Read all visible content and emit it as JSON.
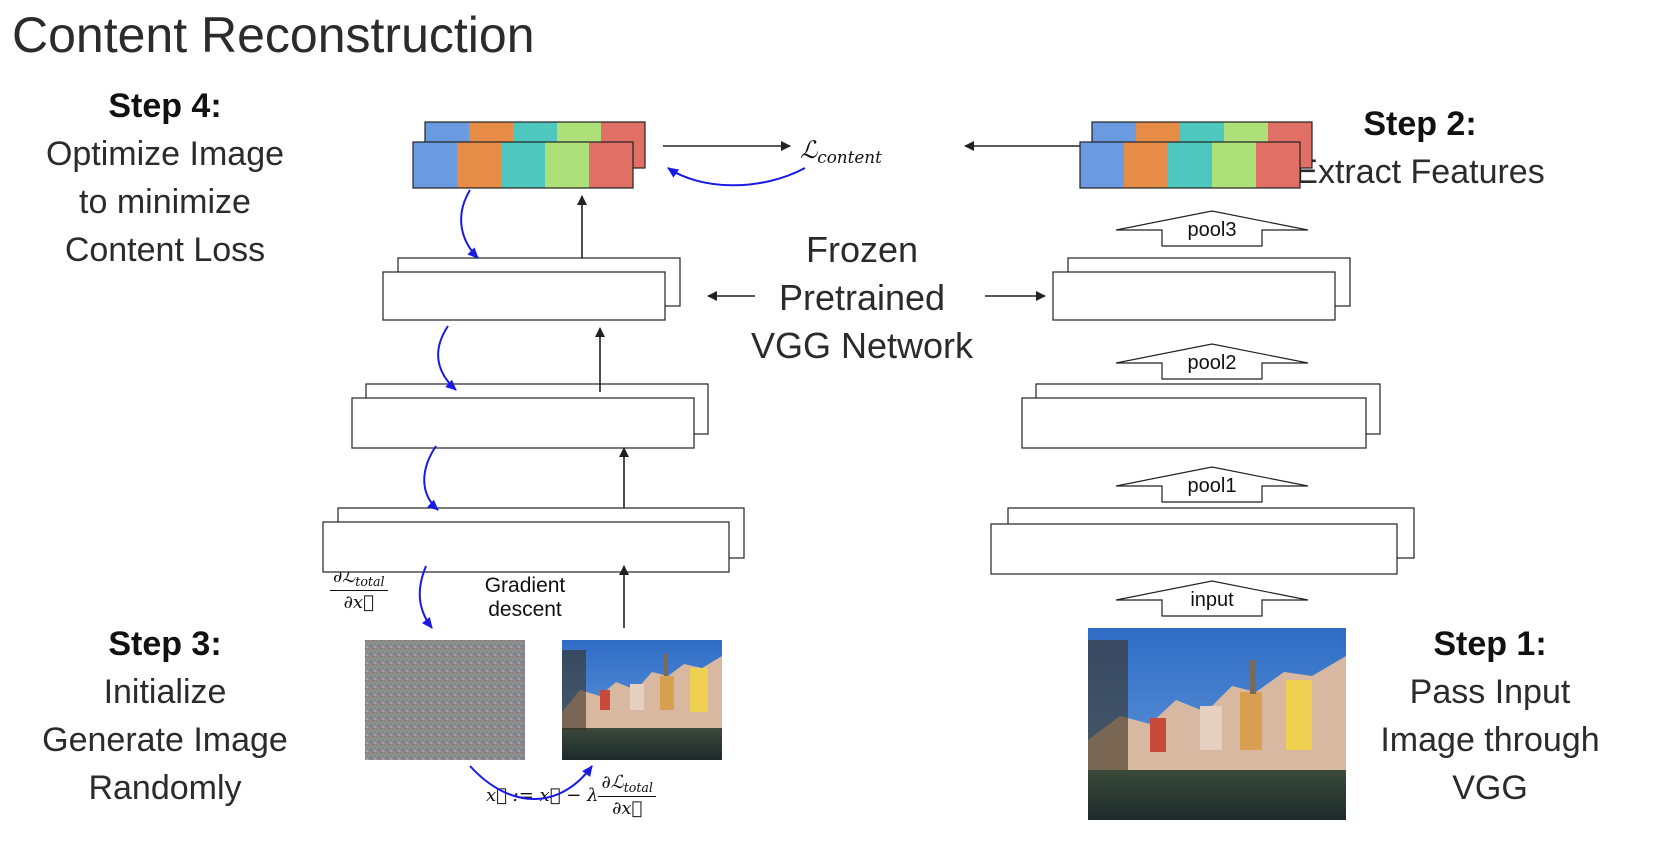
{
  "title": "Content Reconstruction",
  "steps": {
    "step4": {
      "heading": "Step 4:",
      "lines": [
        "Optimize Image",
        "to minimize",
        "Content Loss"
      ]
    },
    "step2": {
      "heading": "Step 2:",
      "lines": [
        "Extract Features"
      ]
    },
    "step3": {
      "heading": "Step 3:",
      "lines": [
        "Initialize",
        "Generate Image",
        "Randomly"
      ]
    },
    "step1": {
      "heading": "Step 1:",
      "lines": [
        "Pass Input",
        "Image through",
        "VGG"
      ]
    }
  },
  "center_label": [
    "Frozen",
    "Pretrained",
    "VGG Network"
  ],
  "loss_label": {
    "symbol": "ℒ",
    "subscript": "content"
  },
  "gradient_label": [
    "Gradient",
    "descent"
  ],
  "derivative": {
    "numerator_symbol": "∂ℒ",
    "numerator_sub": "total",
    "denominator": "∂x⃗"
  },
  "update_rule": {
    "lhs": "x⃗ := x⃗ − λ",
    "numerator_symbol": "∂ℒ",
    "numerator_sub": "total",
    "denominator": "∂x⃗"
  },
  "pool_labels": [
    "pool3",
    "pool2",
    "pool1",
    "input"
  ],
  "feature_colors": [
    "#6a9be0",
    "#e68c46",
    "#4ec7be",
    "#aee07a",
    "#e07066"
  ],
  "colors": {
    "blue_arrow": "#1a1ae6",
    "black_arrow": "#222222",
    "sky": "#3a74c8"
  }
}
